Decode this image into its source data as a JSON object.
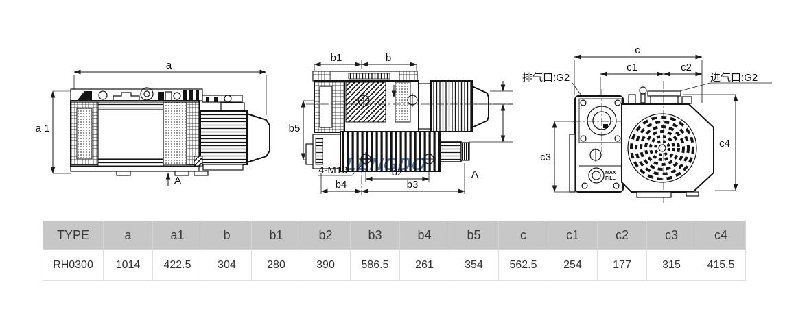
{
  "drawing": {
    "watermark": "LENGDO",
    "side_view": {
      "dim_a": "a",
      "dim_a1": "a 1",
      "dim_A": "A"
    },
    "top_view": {
      "dim_b1": "b1",
      "dim_b": "b",
      "dim_b5": "b5",
      "bolt_note": "4-M10",
      "dim_b2": "b2",
      "dim_b4": "b4",
      "dim_b3": "b3",
      "dim_A": "A"
    },
    "front_view": {
      "dim_c": "c",
      "dim_c1": "c1",
      "dim_c2": "c2",
      "dim_c3": "c3",
      "dim_c4": "c4",
      "exhaust_label": "排气口:G2",
      "intake_label": "进气口:G2",
      "oil_max": "MAX",
      "oil_fill": "FILL"
    }
  },
  "table": {
    "headers": [
      "TYPE",
      "a",
      "a1",
      "b",
      "b1",
      "b2",
      "b3",
      "b4",
      "b5",
      "c",
      "c1",
      "c2",
      "c3",
      "c4"
    ],
    "rows": [
      [
        "RH0300",
        "1014",
        "422.5",
        "304",
        "280",
        "390",
        "586.5",
        "261",
        "354",
        "562.5",
        "254",
        "177",
        "315",
        "415.5"
      ]
    ]
  },
  "colors": {
    "line": "#141414",
    "table_header_bg": "#c7c7c7",
    "watermark_blue": "#2e63b0",
    "background": "#ffffff"
  }
}
